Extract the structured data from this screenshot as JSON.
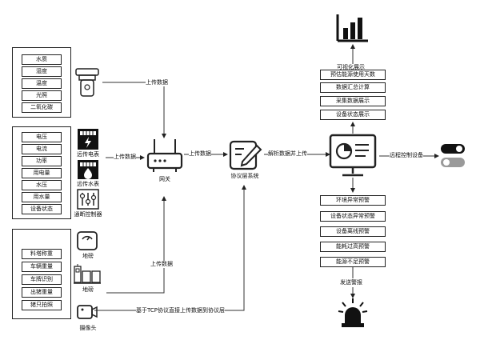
{
  "sensors_group": {
    "items": [
      "水质",
      "湿度",
      "温度",
      "光照",
      "二氧化碳"
    ]
  },
  "meter_group": {
    "items": [
      "电压",
      "电流",
      "功率",
      "用电量",
      "水压",
      "用水量",
      "设备状态"
    ],
    "icons": {
      "electric": "远传电表",
      "water": "远传水表",
      "controller": "通断控制器"
    }
  },
  "weigh_group": {
    "items": [
      "料塔称重",
      "车辆重量",
      "车牌识别",
      "出猪重量",
      "猪只拍照"
    ],
    "icons": {
      "scale": "地磅",
      "truck_scale": "地磅"
    }
  },
  "camera_label": "摄像头",
  "gateway_label": "网关",
  "platform_label": "协议层系统",
  "edges": {
    "sensor_up": "上传数据",
    "meter_up": "上传数据",
    "gateway_up": "上传数据",
    "scale_up": "上传数据",
    "parse": "解析数据并上传",
    "remote": "远程控制设备",
    "camera": "基于TCP协议直接上传数据到协议层",
    "visual": "可视化展示",
    "alarm": "发送警报"
  },
  "top_stack": [
    "预估能源使用天数",
    "数据汇总计算",
    "采集数据展示",
    "设备状态展示"
  ],
  "bottom_stack": [
    "环境异常预警",
    "设备状态异常预警",
    "设备离线预警",
    "能耗过高预警",
    "能源不足预警"
  ],
  "icons": {
    "sensor": "sensor-device-icon",
    "electric": "lightning-meter-icon",
    "water": "water-meter-icon",
    "controller": "switch-controller-icon",
    "scale": "scale-icon",
    "truck_scale": "truck-scale-icon",
    "camera": "camera-icon",
    "gateway": "router-icon",
    "platform": "document-edit-icon",
    "monitor": "monitor-dashboard-icon",
    "chart": "bar-chart-icon",
    "toggle": "toggle-switch-icon",
    "alarm": "alarm-light-icon"
  }
}
